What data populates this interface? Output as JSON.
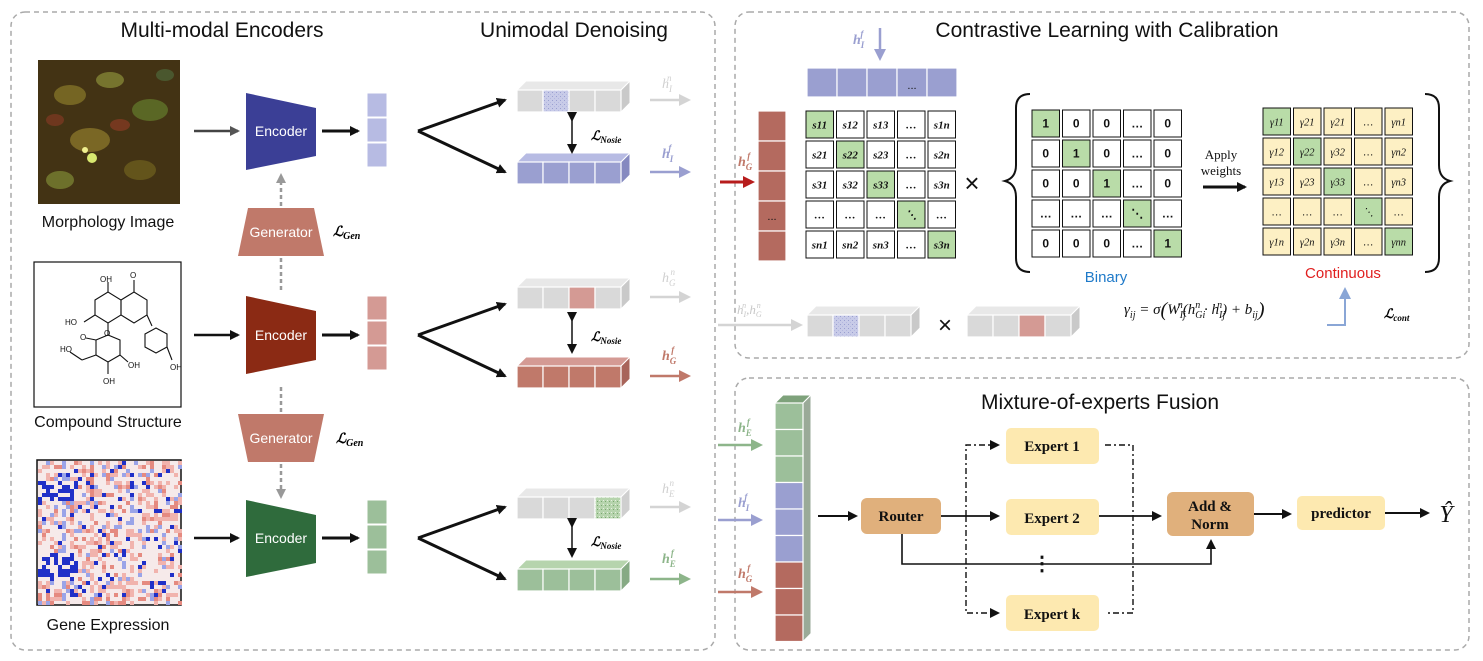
{
  "sections": {
    "encoders_title": "Multi-modal Encoders",
    "denoising_title": "Unimodal Denoising",
    "contrastive_title": "Contrastive Learning with Calibration",
    "moe_title": "Mixture-of-experts Fusion"
  },
  "modalities": [
    {
      "caption": "Morphology Image",
      "encoder_label": "Encoder",
      "color": "#3b3f96"
    },
    {
      "caption": "Compound Structure",
      "encoder_label": "Encoder",
      "color": "#8b2a14"
    },
    {
      "caption": "Gene Expression",
      "encoder_label": "Encoder",
      "color": "#2f6b3c"
    }
  ],
  "generators": [
    {
      "label": "Generator",
      "loss": "ℒ",
      "loss_sub": "Gen"
    },
    {
      "label": "Generator",
      "loss": "ℒ",
      "loss_sub": "Gen"
    }
  ],
  "denoising": {
    "loss": "ℒ",
    "loss_sub": "Nosie",
    "outputs": [
      {
        "noise_h": "h",
        "noise_sub": "I",
        "noise_sup": "n",
        "feat_h": "h",
        "feat_sub": "I",
        "feat_sup": "f"
      },
      {
        "noise_h": "h",
        "noise_sub": "G",
        "noise_sup": "n",
        "feat_h": "h",
        "feat_sub": "G",
        "feat_sup": "f"
      },
      {
        "noise_h": "h",
        "noise_sub": "E",
        "noise_sup": "n",
        "feat_h": "h",
        "feat_sub": "E",
        "feat_sup": "f"
      }
    ]
  },
  "contrastive": {
    "top_vector_label_h": "h",
    "top_vector_label_sub": "I",
    "top_vector_label_sup": "f",
    "top_vector_ellipsis": "...",
    "left_vector_label_h": "h",
    "left_vector_label_sub": "G",
    "left_vector_label_sup": "f",
    "left_vector_ellipsis": "...",
    "sim_matrix": [
      [
        "s11",
        "s12",
        "s13",
        "…",
        "s1n"
      ],
      [
        "s21",
        "s22",
        "s23",
        "…",
        "s2n"
      ],
      [
        "s31",
        "s32",
        "s33",
        "…",
        "s3n"
      ],
      [
        "…",
        "…",
        "…",
        "⋱",
        "…"
      ],
      [
        "sn1",
        "sn2",
        "sn3",
        "…",
        "s3n"
      ]
    ],
    "times_symbol": "×",
    "binary_matrix": [
      [
        "1",
        "0",
        "0",
        "…",
        "0"
      ],
      [
        "0",
        "1",
        "0",
        "…",
        "0"
      ],
      [
        "0",
        "0",
        "1",
        "…",
        "0"
      ],
      [
        "…",
        "…",
        "…",
        "⋱",
        "…"
      ],
      [
        "0",
        "0",
        "0",
        "…",
        "1"
      ]
    ],
    "binary_label": "Binary",
    "apply_weights": [
      "Apply",
      "weights"
    ],
    "cont_matrix": [
      [
        "γ11",
        "γ21",
        "γ21",
        "…",
        "γn1"
      ],
      [
        "γ12",
        "γ22",
        "γ32",
        "…",
        "γn2"
      ],
      [
        "γ13",
        "γ23",
        "γ33",
        "…",
        "γn3"
      ],
      [
        "…",
        "…",
        "…",
        "⋱",
        "…"
      ],
      [
        "γ1n",
        "γ2n",
        "γ3n",
        "…",
        "γnn"
      ]
    ],
    "continuous_label": "Continuous",
    "noise_pair_label": "hIn,hGn",
    "formula": "γij = σ(WIjn(hGin · hIjn) + bij)",
    "loss": "ℒ",
    "loss_sub": "cont",
    "colors": {
      "binary": "#1f7ac9",
      "continuous": "#e02020",
      "green": "#b9dca8",
      "yellow": "#fdf0c4"
    }
  },
  "moe": {
    "router": "Router",
    "experts": [
      "Expert 1",
      "Expert 2",
      "Expert k"
    ],
    "dots": "⋮",
    "add_norm": [
      "Add &",
      "Norm"
    ],
    "predictor": "predictor",
    "output": "Ŷ",
    "inputs": [
      {
        "h": "h",
        "sub": "E",
        "sup": "f"
      },
      {
        "h": "h",
        "sub": "I",
        "sup": "f"
      },
      {
        "h": "h",
        "sub": "G",
        "sup": "f"
      }
    ],
    "colors": {
      "router": "#e0b07c",
      "expert": "#fde9b0",
      "add_norm": "#e0b07c",
      "predictor": "#fde9b0"
    }
  }
}
